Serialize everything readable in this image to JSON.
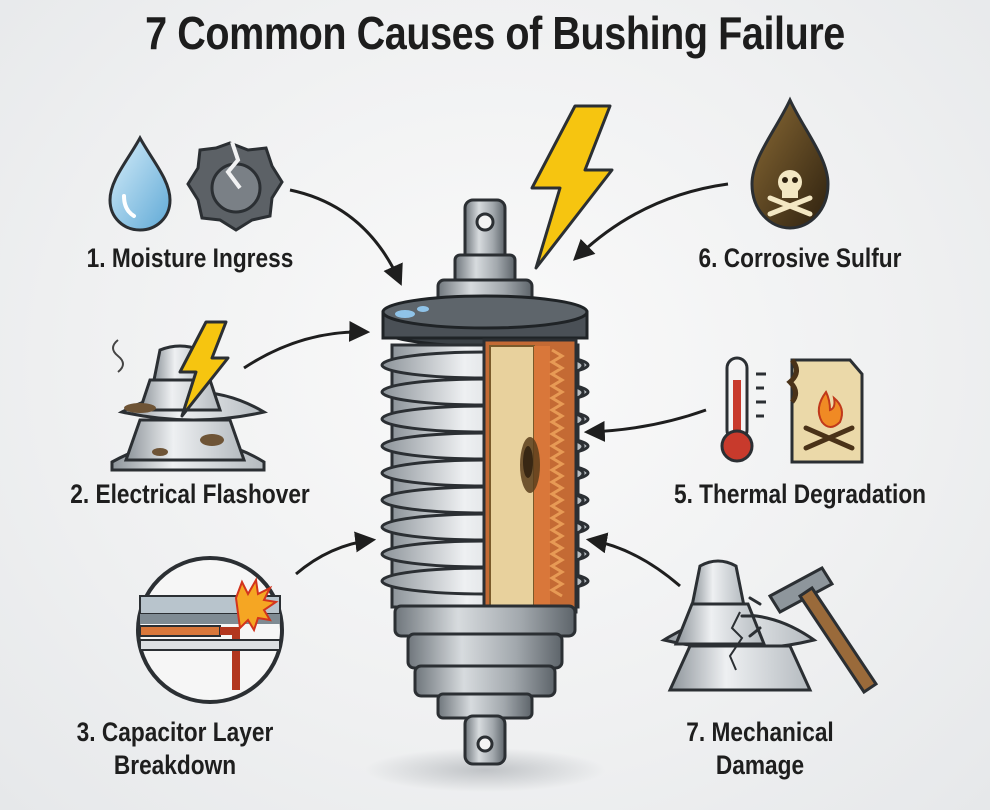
{
  "title": "7 Common Causes of Bushing Failure",
  "causes": [
    {
      "number": 1,
      "label": "1. Moisture Ingress",
      "icon": "water-drop-and-cracked-gasket-icon"
    },
    {
      "number": 2,
      "label": "2. Electrical Flashover",
      "icon": "flashover-insulator-icon"
    },
    {
      "number": 3,
      "label_line1": "3. Capacitor Layer",
      "label_line2": "Breakdown",
      "icon": "capacitor-layer-breakdown-icon"
    },
    {
      "number": 5,
      "label": "5. Thermal Degradation",
      "icon": "thermometer-and-burnt-paper-icon"
    },
    {
      "number": 6,
      "label": "6. Corrosive Sulfur",
      "icon": "toxic-oil-drop-icon"
    },
    {
      "number": 7,
      "label_line1": "7. Mechanical",
      "label_line2": "Damage",
      "icon": "cracked-insulator-and-hammer-icon"
    }
  ],
  "colors": {
    "lightning": "#f6c510",
    "copper": "#d9773a",
    "porcelain": "#d4d8dc",
    "metal": "#9aa1a7",
    "paper": "#e6cf98",
    "oil_dark": "#3e2c14",
    "thermo_red": "#c83a2c"
  }
}
